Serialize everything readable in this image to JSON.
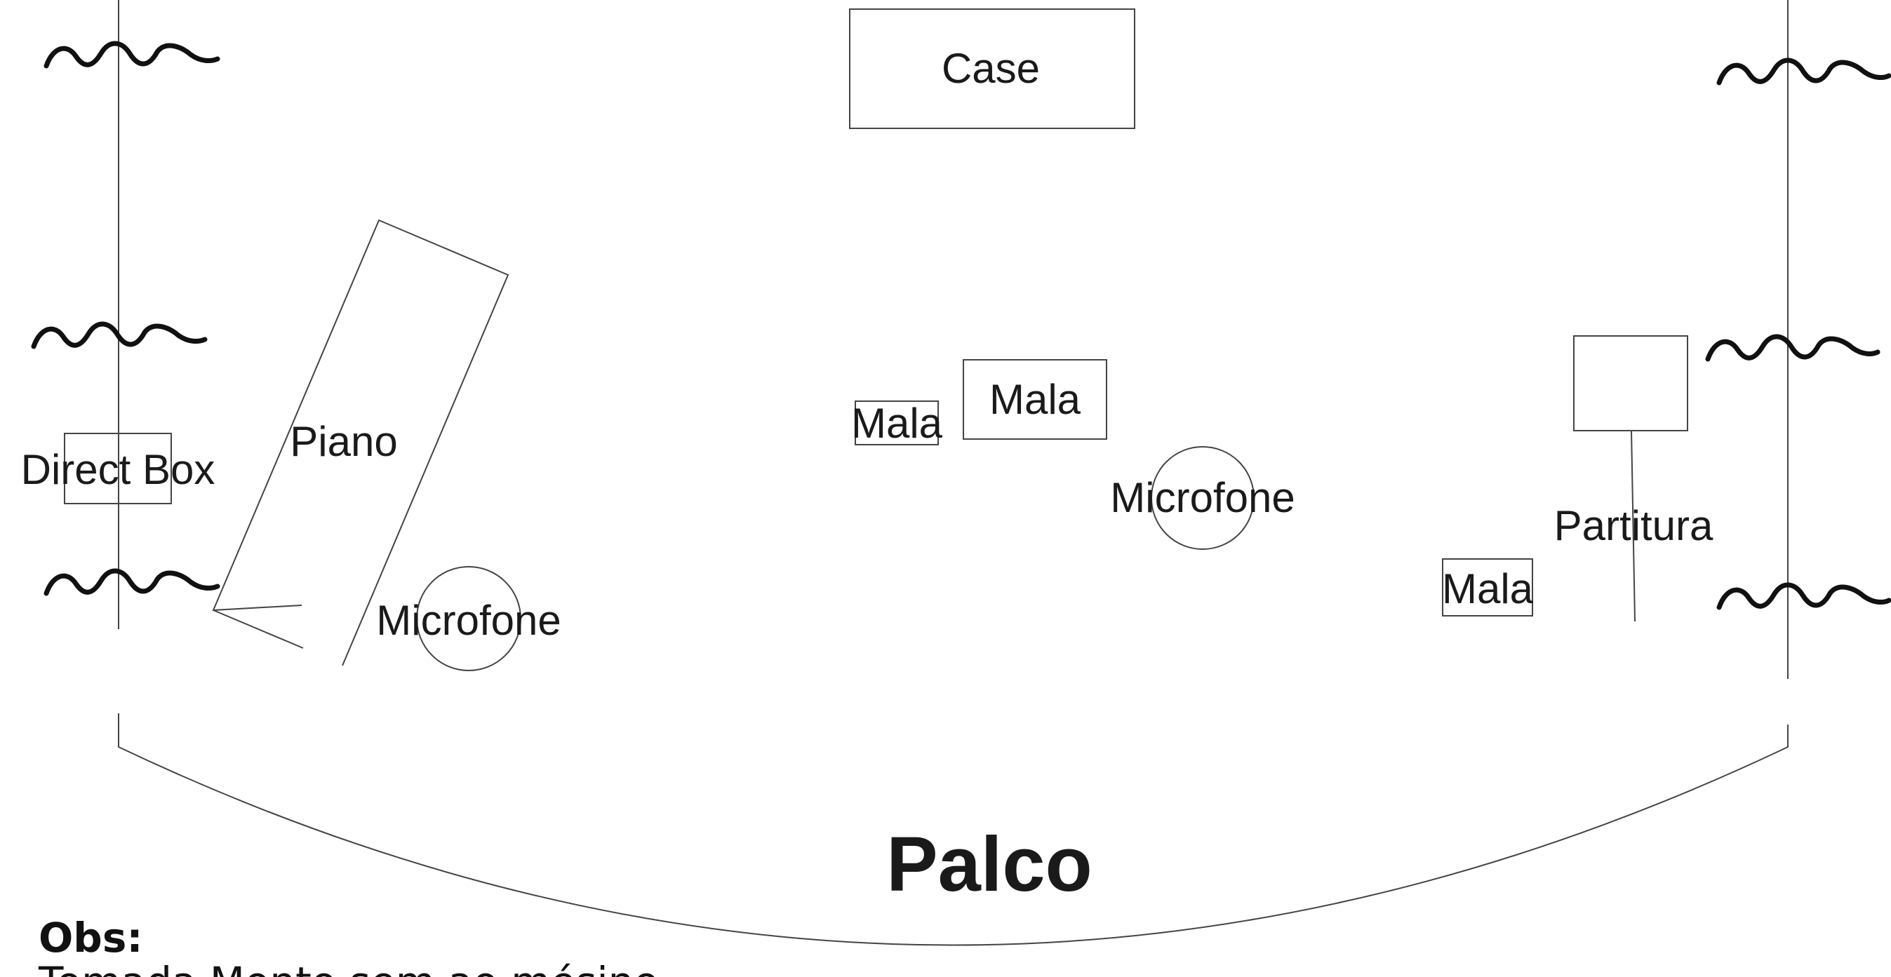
{
  "diagram": {
    "labels": {
      "case": "Case",
      "piano": "Piano",
      "direct_box": "Direct Box",
      "mala_left_small": "Mala",
      "mala_center": "Mala",
      "mala_right": "Mala",
      "microfone_piano": "Microfone",
      "microfone_center": "Microfone",
      "partitura": "Partitura",
      "stage": "Palco"
    },
    "notes": {
      "title": "Obs:",
      "line1": "Tomada Monto sem ao mésino"
    }
  }
}
